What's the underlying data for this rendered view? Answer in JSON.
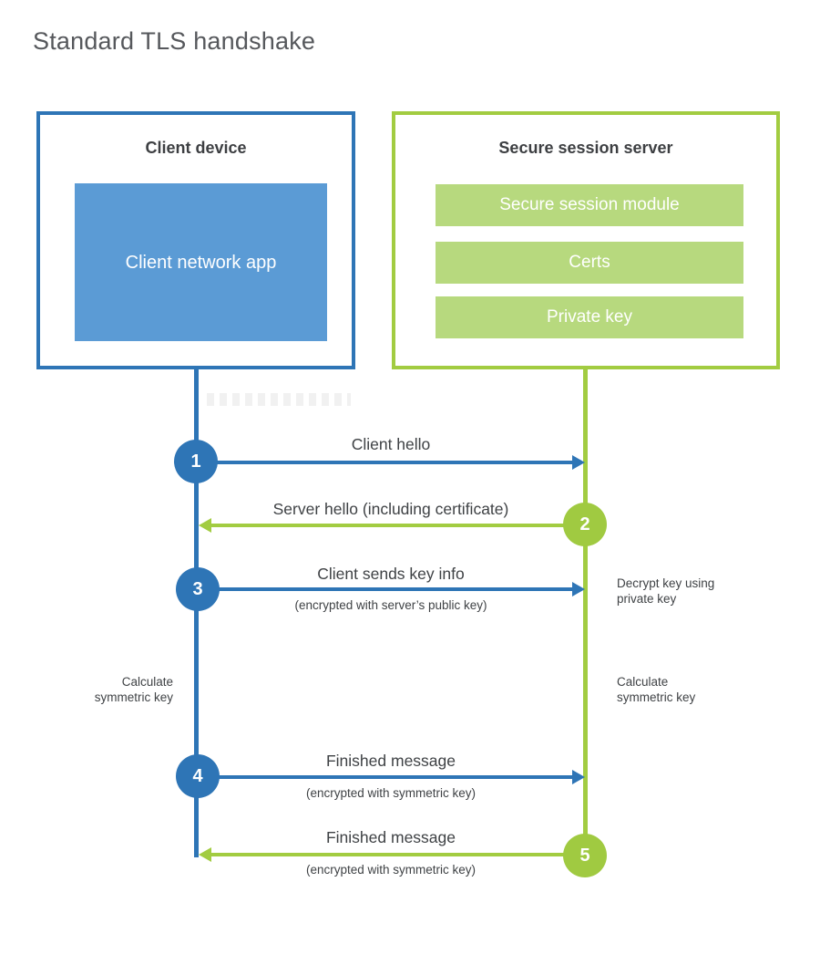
{
  "title": "Standard TLS handshake",
  "colors": {
    "blue": "#2e75b6",
    "blue_light": "#5b9bd5",
    "green": "#a2cc41",
    "green_light": "#b7d97e",
    "text_dark": "#3f4245",
    "title_gray": "#56585c"
  },
  "client": {
    "title": "Client device",
    "app_label": "Client network app"
  },
  "server": {
    "title": "Secure session server",
    "modules": [
      "Secure session module",
      "Certs",
      "Private key"
    ]
  },
  "messages": [
    {
      "step": "1",
      "from": "client",
      "to": "server",
      "label": "Client hello",
      "sublabel": ""
    },
    {
      "step": "2",
      "from": "server",
      "to": "client",
      "label": "Server hello (including certificate)",
      "sublabel": ""
    },
    {
      "step": "3",
      "from": "client",
      "to": "server",
      "label": "Client sends key info",
      "sublabel": "(encrypted with server’s public key)"
    },
    {
      "step": "4",
      "from": "client",
      "to": "server",
      "label": "Finished message",
      "sublabel": "(encrypted with symmetric key)"
    },
    {
      "step": "5",
      "from": "server",
      "to": "client",
      "label": "Finished message",
      "sublabel": "(encrypted with symmetric key)"
    }
  ],
  "annotations": {
    "decrypt": "Decrypt key using\nprivate key",
    "calc_left": "Calculate\nsymmetric key",
    "calc_right": "Calculate\nsymmetric key"
  }
}
